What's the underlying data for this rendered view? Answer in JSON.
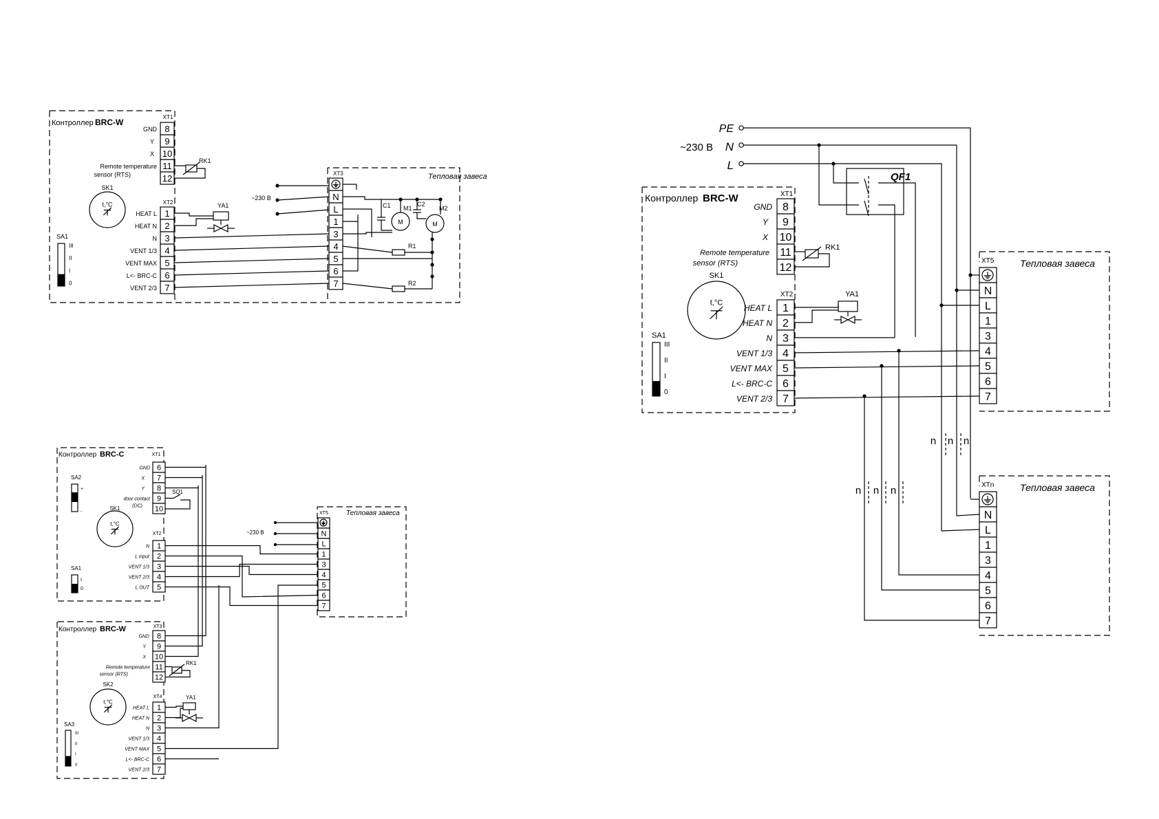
{
  "common": {
    "gnd": "GND",
    "x": "X",
    "y": "Y",
    "rts": [
      "Remote temperature",
      "sensor (RTS)"
    ],
    "rts_alt": [
      "Remote temperature",
      "sensor (RTS)"
    ],
    "thermo": "t,°C",
    "heat_l": "HEAT L",
    "heat_n": "HEAT N",
    "n": "N",
    "vent13": "VENT 1/3",
    "ventmax": "VENT MAX",
    "lbrcc": "L<- BRC-C",
    "vent23": "VENT 2/3",
    "curtain": "Тепловая завеса",
    "v230": "~230 В",
    "sw_levels": [
      "III",
      "II",
      "I",
      "0"
    ]
  },
  "d1": {
    "controller": "Контроллер",
    "model": "BRC-W",
    "xt1": "XT1",
    "xt2": "XT2",
    "xt3": "XT3",
    "xt1_nums": [
      "8",
      "9",
      "10",
      "11",
      "12"
    ],
    "xt2_nums": [
      "1",
      "2",
      "3",
      "4",
      "5",
      "6",
      "7"
    ],
    "xt3_rows": [
      "N",
      "L",
      "1",
      "3",
      "4",
      "5",
      "6",
      "7"
    ],
    "rk1": "RK1",
    "sk1": "SK1",
    "ya1": "YA1",
    "sa1": "SA1",
    "c1": "C1",
    "c2": "C2",
    "m1": "M1",
    "m2": "M2",
    "r1": "R1",
    "r2": "R2",
    "m": "M"
  },
  "d2": {
    "controller": "Контроллер",
    "model": "BRC-C",
    "xt1": "XT1",
    "xt2": "XT2",
    "xt1_labels": [
      "GND",
      "X",
      "Y",
      "door contact",
      "(DC)"
    ],
    "xt1_nums": [
      "6",
      "7",
      "8",
      "9",
      "10"
    ],
    "xt2_labels": [
      "N",
      "L input",
      "VENT 1/3",
      "VENT 2/3",
      "L OUT"
    ],
    "xt2_nums": [
      "1",
      "2",
      "3",
      "4",
      "5"
    ],
    "sq1": "SQ1",
    "sa2": "SA2",
    "sk1": "SK1",
    "sa1": "SA1",
    "plus": "+",
    "minus": "-",
    "one": "I",
    "zero": "0",
    "xt5": "XT5",
    "xt5_rows": [
      "N",
      "L",
      "1",
      "3",
      "4",
      "5",
      "6",
      "7"
    ]
  },
  "d3": {
    "controller": "Контроллер",
    "model": "BRC-W",
    "xt3": "XT3",
    "xt4": "XT4",
    "xt3_nums": [
      "8",
      "9",
      "10",
      "11",
      "12"
    ],
    "xt4_nums": [
      "1",
      "2",
      "3",
      "4",
      "5",
      "6",
      "7"
    ],
    "rk1": "RK1",
    "sk2": "SK2",
    "ya1": "YA1",
    "sa3": "SA3"
  },
  "d4": {
    "pe": "PE",
    "n": "N",
    "l": "L",
    "v230": "~230 В",
    "qf1": "QF1",
    "controller": "Контроллер",
    "model": "BRC-W",
    "xt1": "XT1",
    "xt2": "XT2",
    "xt1_nums": [
      "8",
      "9",
      "10",
      "11",
      "12"
    ],
    "xt2_nums": [
      "1",
      "2",
      "3",
      "4",
      "5",
      "6",
      "7"
    ],
    "rk1": "RK1",
    "sk1": "SK1",
    "ya1": "YA1",
    "sa1": "SA1",
    "xt5": "XT5",
    "xtn": "XTn",
    "xt_rows": [
      "N",
      "L",
      "1",
      "3",
      "4",
      "5",
      "6",
      "7"
    ],
    "n_marker": "n"
  }
}
